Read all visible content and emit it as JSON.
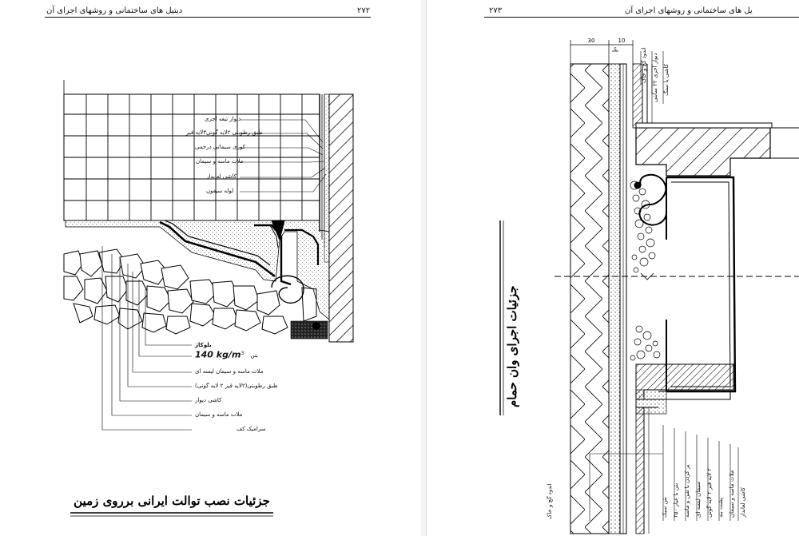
{
  "left_page": {
    "running_title": "دیتیل های ساختمانی و روشهای اجرای آن",
    "page_number": "۲۷۲",
    "labels_upper": [
      "دیوار تیغه آجری",
      "طبق رطوبتی ۲لایه گونی۳لایه قیر",
      "کوری سیمانی درحمی",
      "ملات ماسه و سیمان",
      "کاشی لعابدار",
      "لوله سیفون"
    ],
    "labels_lower": {
      "l1": "بلوکاژ",
      "l2_prefix": "بتن",
      "l2_value": "140 kg/m",
      "l2_sup": "3",
      "l3": "ملات ماسه و سیمان لیسه ای",
      "l4": "طبق رطوبتی(۲لایه قیر ۲ لایه گونی)",
      "l5": "کاشی دیوار",
      "l6": "ملات ماسه و سیمان",
      "l7": "سرامیک کف"
    },
    "caption": "جزئیات نصب توالت ایرانی برروی زمین"
  },
  "right_page": {
    "running_title": "یل های ساختمانی و روشهای اجرای آن",
    "page_number": "۲۷۳",
    "dims": [
      "30",
      "10",
      "5"
    ],
    "labels_top": [
      "اندود گچ و خاک",
      "دیوار آجری ۲۲ سانتی",
      "کاشی یا سنگ"
    ],
    "labels_bottom": [
      "کاشی لعابدار",
      "ملات ماسه و سیمان",
      "پشت بند",
      "۲ لایه قیر ۲ لایه گونی",
      "سیمان لیسه ای",
      "پر کردن با شن و ماسه",
      "بتن با عیار ۲۵۰",
      "بتن سبک"
    ],
    "label_bottom_left": "اندود گچ و خاک",
    "caption": "جزئیات اجرای وان حمام"
  }
}
